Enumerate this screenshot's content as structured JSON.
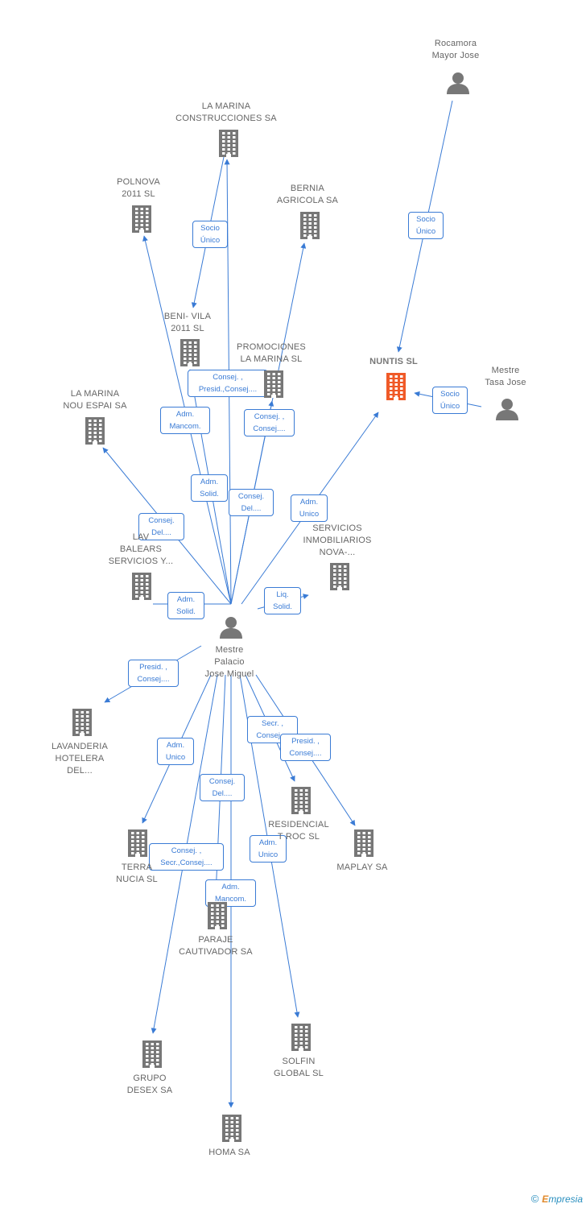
{
  "colors": {
    "edge": "#3a7bd5",
    "node": "#777777",
    "focus": "#f05a28"
  },
  "nodes": [
    {
      "id": "rocamora",
      "label": "Rocamora\nMayor Jose",
      "kind": "person"
    },
    {
      "id": "lamarina_cons",
      "label": "LA MARINA\nCONSTRUCCIONES SA",
      "kind": "company"
    },
    {
      "id": "polnova",
      "label": "POLNOVA\n2011 SL",
      "kind": "company"
    },
    {
      "id": "bernia",
      "label": "BERNIA\nAGRICOLA SA",
      "kind": "company"
    },
    {
      "id": "benivila",
      "label": "BENI- VILA\n2011 SL",
      "kind": "company"
    },
    {
      "id": "promociones",
      "label": "PROMOCIONES\nLA MARINA SL",
      "kind": "company"
    },
    {
      "id": "nuntis",
      "label": "NUNTIS SL",
      "kind": "focus"
    },
    {
      "id": "mestre_tasa",
      "label": "Mestre\nTasa Jose",
      "kind": "person"
    },
    {
      "id": "lamarina_nou",
      "label": "LA MARINA\nNOU ESPAI SA",
      "kind": "company"
    },
    {
      "id": "lav_balears",
      "label": "LAV\nBALEARS\nSERVICIOS Y...",
      "kind": "company"
    },
    {
      "id": "servicios_inmo",
      "label": "SERVICIOS\nINMOBILIARIOS\nNOVA-...",
      "kind": "company"
    },
    {
      "id": "mestre_palacio",
      "label": "Mestre\nPalacio\nJose Miguel",
      "kind": "person"
    },
    {
      "id": "lavanderia",
      "label": "LAVANDERIA\nHOTELERA\nDEL...",
      "kind": "company"
    },
    {
      "id": "residencial",
      "label": "RESIDENCIAL\nT ROC SL",
      "kind": "company"
    },
    {
      "id": "maplay",
      "label": "MAPLAY SA",
      "kind": "company"
    },
    {
      "id": "terra",
      "label": "TERRA\nNUCIA SL",
      "kind": "company"
    },
    {
      "id": "paraje",
      "label": "PARAJE\nCAUTIVADOR SA",
      "kind": "company"
    },
    {
      "id": "grupo",
      "label": "GRUPO\nDESEX SA",
      "kind": "company"
    },
    {
      "id": "solfin",
      "label": "SOLFIN\nGLOBAL SL",
      "kind": "company"
    },
    {
      "id": "homa",
      "label": "HOMA SA",
      "kind": "company"
    }
  ],
  "edges": [
    {
      "from": "rocamora",
      "to": "nuntis",
      "label": "Socio\nÚnico"
    },
    {
      "from": "mestre_tasa",
      "to": "nuntis",
      "label": "Socio\nÚnico"
    },
    {
      "from": "lamarina_cons",
      "to": "benivila",
      "label": "Socio\nÚnico"
    },
    {
      "from": "mestre_palacio",
      "to": "polnova",
      "label": "Adm.\nMancom."
    },
    {
      "from": "mestre_palacio",
      "to": "lamarina_cons",
      "label": "Adm.\nSolid."
    },
    {
      "from": "mestre_palacio",
      "to": "bernia",
      "label": "Consej.\nDel...."
    },
    {
      "from": "mestre_palacio",
      "to": "benivila",
      "label": "Consej. ,\nPresid.,Consej...."
    },
    {
      "from": "mestre_palacio",
      "to": "promociones",
      "label": "Consej. ,\nConsej...."
    },
    {
      "from": "mestre_palacio",
      "to": "nuntis",
      "label": "Adm.\nUnico"
    },
    {
      "from": "mestre_palacio",
      "to": "lamarina_nou",
      "label": "Consej.\nDel...."
    },
    {
      "from": "mestre_palacio",
      "to": "lav_balears",
      "label": "Adm.\nSolid."
    },
    {
      "from": "mestre_palacio",
      "to": "servicios_inmo",
      "label": "Liq.\nSolid."
    },
    {
      "from": "mestre_palacio",
      "to": "lavanderia",
      "label": "Presid. ,\nConsej...."
    },
    {
      "from": "mestre_palacio",
      "to": "terra",
      "label": "Adm.\nUnico"
    },
    {
      "from": "mestre_palacio",
      "to": "paraje",
      "label": "Consej.\nDel...."
    },
    {
      "from": "mestre_palacio",
      "to": "residencial",
      "label": "Secr. ,\nConsej...."
    },
    {
      "from": "mestre_palacio",
      "to": "maplay",
      "label": "Presid. ,\nConsej...."
    },
    {
      "from": "mestre_palacio",
      "to": "grupo",
      "label": "Consej. ,\nSecr.,Consej...."
    },
    {
      "from": "mestre_palacio",
      "to": "homa",
      "label": "Adm.\nMancom."
    },
    {
      "from": "mestre_palacio",
      "to": "solfin",
      "label": "Adm.\nUnico"
    }
  ],
  "footer": {
    "copyright": "©",
    "brand_first": "E",
    "brand_rest": "mpresia"
  }
}
